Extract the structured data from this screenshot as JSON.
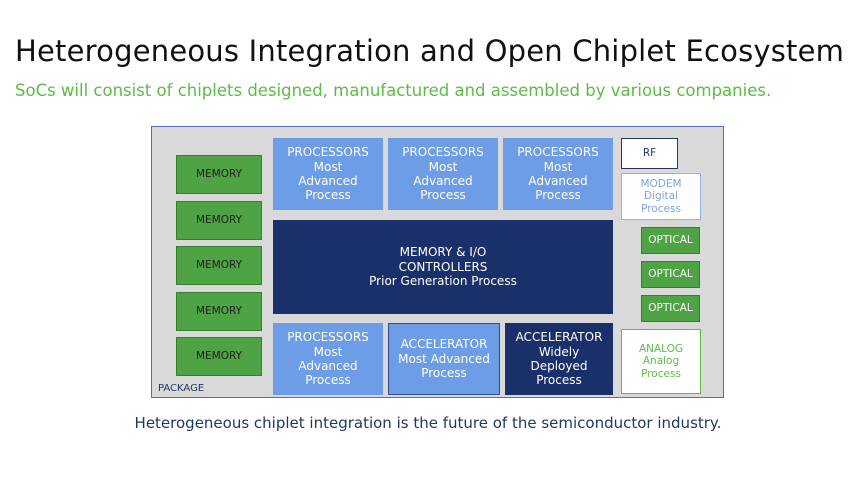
{
  "title": "Heterogeneous Integration and Open Chiplet Ecosystem",
  "subtitle": "SoCs will consist of chiplets designed, manufactured and assembled by various companies.",
  "package_label": "PACKAGE",
  "memory_blocks": [
    "MEMORY",
    "MEMORY",
    "MEMORY",
    "MEMORY",
    "MEMORY"
  ],
  "processors_top": [
    {
      "l1": "PROCESSORS",
      "l2": "Most",
      "l3": "Advanced",
      "l4": "Process"
    },
    {
      "l1": "PROCESSORS",
      "l2": "Most",
      "l3": "Advanced",
      "l4": "Process"
    },
    {
      "l1": "PROCESSORS",
      "l2": "Most",
      "l3": "Advanced",
      "l4": "Process"
    }
  ],
  "memory_io": {
    "l1": "MEMORY & I/O",
    "l2": "CONTROLLERS",
    "l3": "Prior Generation Process"
  },
  "processors_bottom": {
    "l1": "PROCESSORS",
    "l2": "Most",
    "l3": "Advanced",
    "l4": "Process"
  },
  "accelerator_1": {
    "l1": "ACCELERATOR",
    "l2": "Most Advanced",
    "l3": "Process"
  },
  "accelerator_2": {
    "l1": "ACCELERATOR",
    "l2": "Widely",
    "l3": "Deployed",
    "l4": "Process"
  },
  "rf": "RF",
  "modem": {
    "l1": "MODEM",
    "l2": "Digital",
    "l3": "Process"
  },
  "optical": [
    "OPTICAL",
    "OPTICAL",
    "OPTICAL"
  ],
  "analog": {
    "l1": "ANALOG",
    "l2": "Analog",
    "l3": "Process"
  },
  "footer": "Heterogeneous chiplet integration is the future of the semiconductor industry."
}
